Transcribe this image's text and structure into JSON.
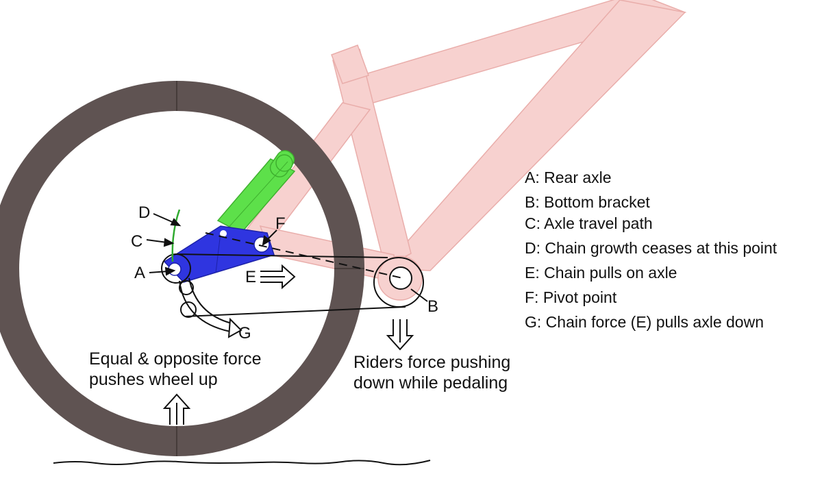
{
  "diagram": {
    "labels": {
      "A": "A",
      "B": "B",
      "C": "C",
      "D": "D",
      "E": "E",
      "F": "F",
      "G": "G"
    },
    "legend": [
      "A: Rear axle",
      "B: Bottom bracket",
      "C: Axle travel path",
      "D: Chain growth ceases at this point",
      "E: Chain pulls on axle",
      "F: Pivot point",
      "G: Chain force (E) pulls axle down"
    ],
    "notes": {
      "wheel_up_line1": "Equal & opposite force",
      "wheel_up_line2": "pushes wheel up",
      "rider_line1": "Riders force pushing",
      "rider_line2": "down while pedaling"
    },
    "colors": {
      "frame": "#f7cfcd",
      "frame_edge": "#e8a9a6",
      "tire": "#5f5352",
      "swingarm": "#2f35e0",
      "shock": "#5de04a",
      "ink": "#111111"
    }
  }
}
